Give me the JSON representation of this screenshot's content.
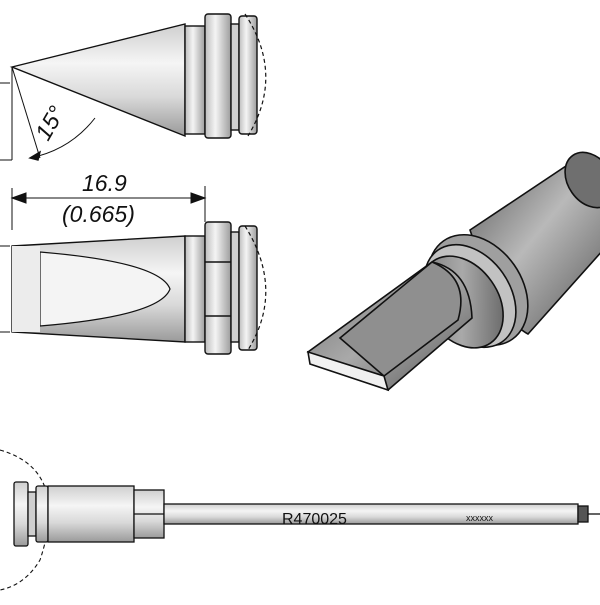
{
  "drawing": {
    "angle_label": "15°",
    "length_mm": "16.9",
    "length_in": "(0.665)",
    "part_number": "R470025",
    "serial_placeholder": "xxxxxx"
  },
  "colors": {
    "outline": "#111111",
    "metal_light": "#f2f2f2",
    "metal_mid": "#d4d4d4",
    "metal_dark": "#8c8c8c",
    "tip_face": "#e6e6e6"
  }
}
